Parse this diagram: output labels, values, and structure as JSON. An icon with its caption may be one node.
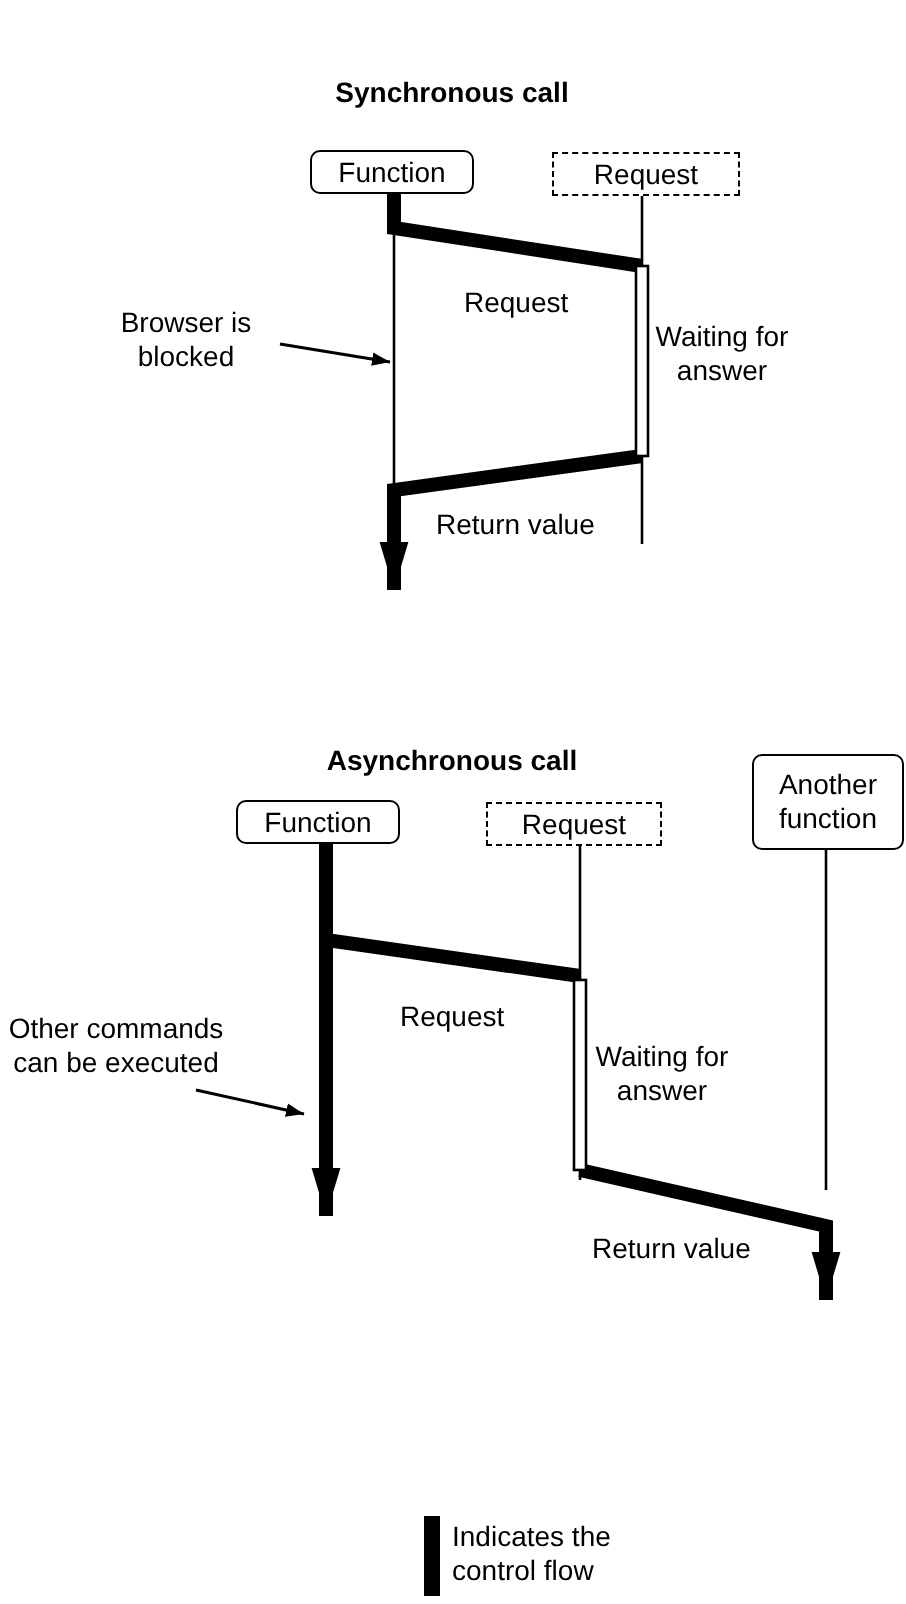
{
  "diagram": {
    "nodes": [
      {
        "text": [
          "Function"
        ]
      },
      {
        "text": [
          "Request"
        ]
      },
      {
        "text": [
          "Browser is blocked"
        ]
      },
      {
        "text": [
          "Function"
        ]
      },
      {
        "text": [
          "Request"
        ]
      },
      {
        "text": [
          "Another function"
        ]
      },
      {
        "text": [
          "Other commands can be executed"
        ]
      }
    ],
    "edges": [
      {
        "from": 0,
        "to": 1,
        "arrow": "none",
        "label": "Request"
      },
      {
        "from": 1,
        "to": 0,
        "arrow": "to",
        "label": "Return value"
      },
      {
        "from": 2,
        "to": 0,
        "arrow": "to"
      },
      {
        "from": 3,
        "to": 4,
        "arrow": "none",
        "label": "Request"
      },
      {
        "from": 3,
        "to": null,
        "arrow": "to"
      },
      {
        "from": 4,
        "to": 5,
        "arrow": "to",
        "label": "Return value"
      },
      {
        "from": 6,
        "to": null,
        "arrow": "to"
      }
    ],
    "labels": [
      "Synchronous call",
      "Waiting for answer",
      "Asynchronous call",
      "Waiting for answer"
    ],
    "legend": [
      {
        "text": "Indicates the control flow",
        "color": "#000000"
      }
    ]
  }
}
